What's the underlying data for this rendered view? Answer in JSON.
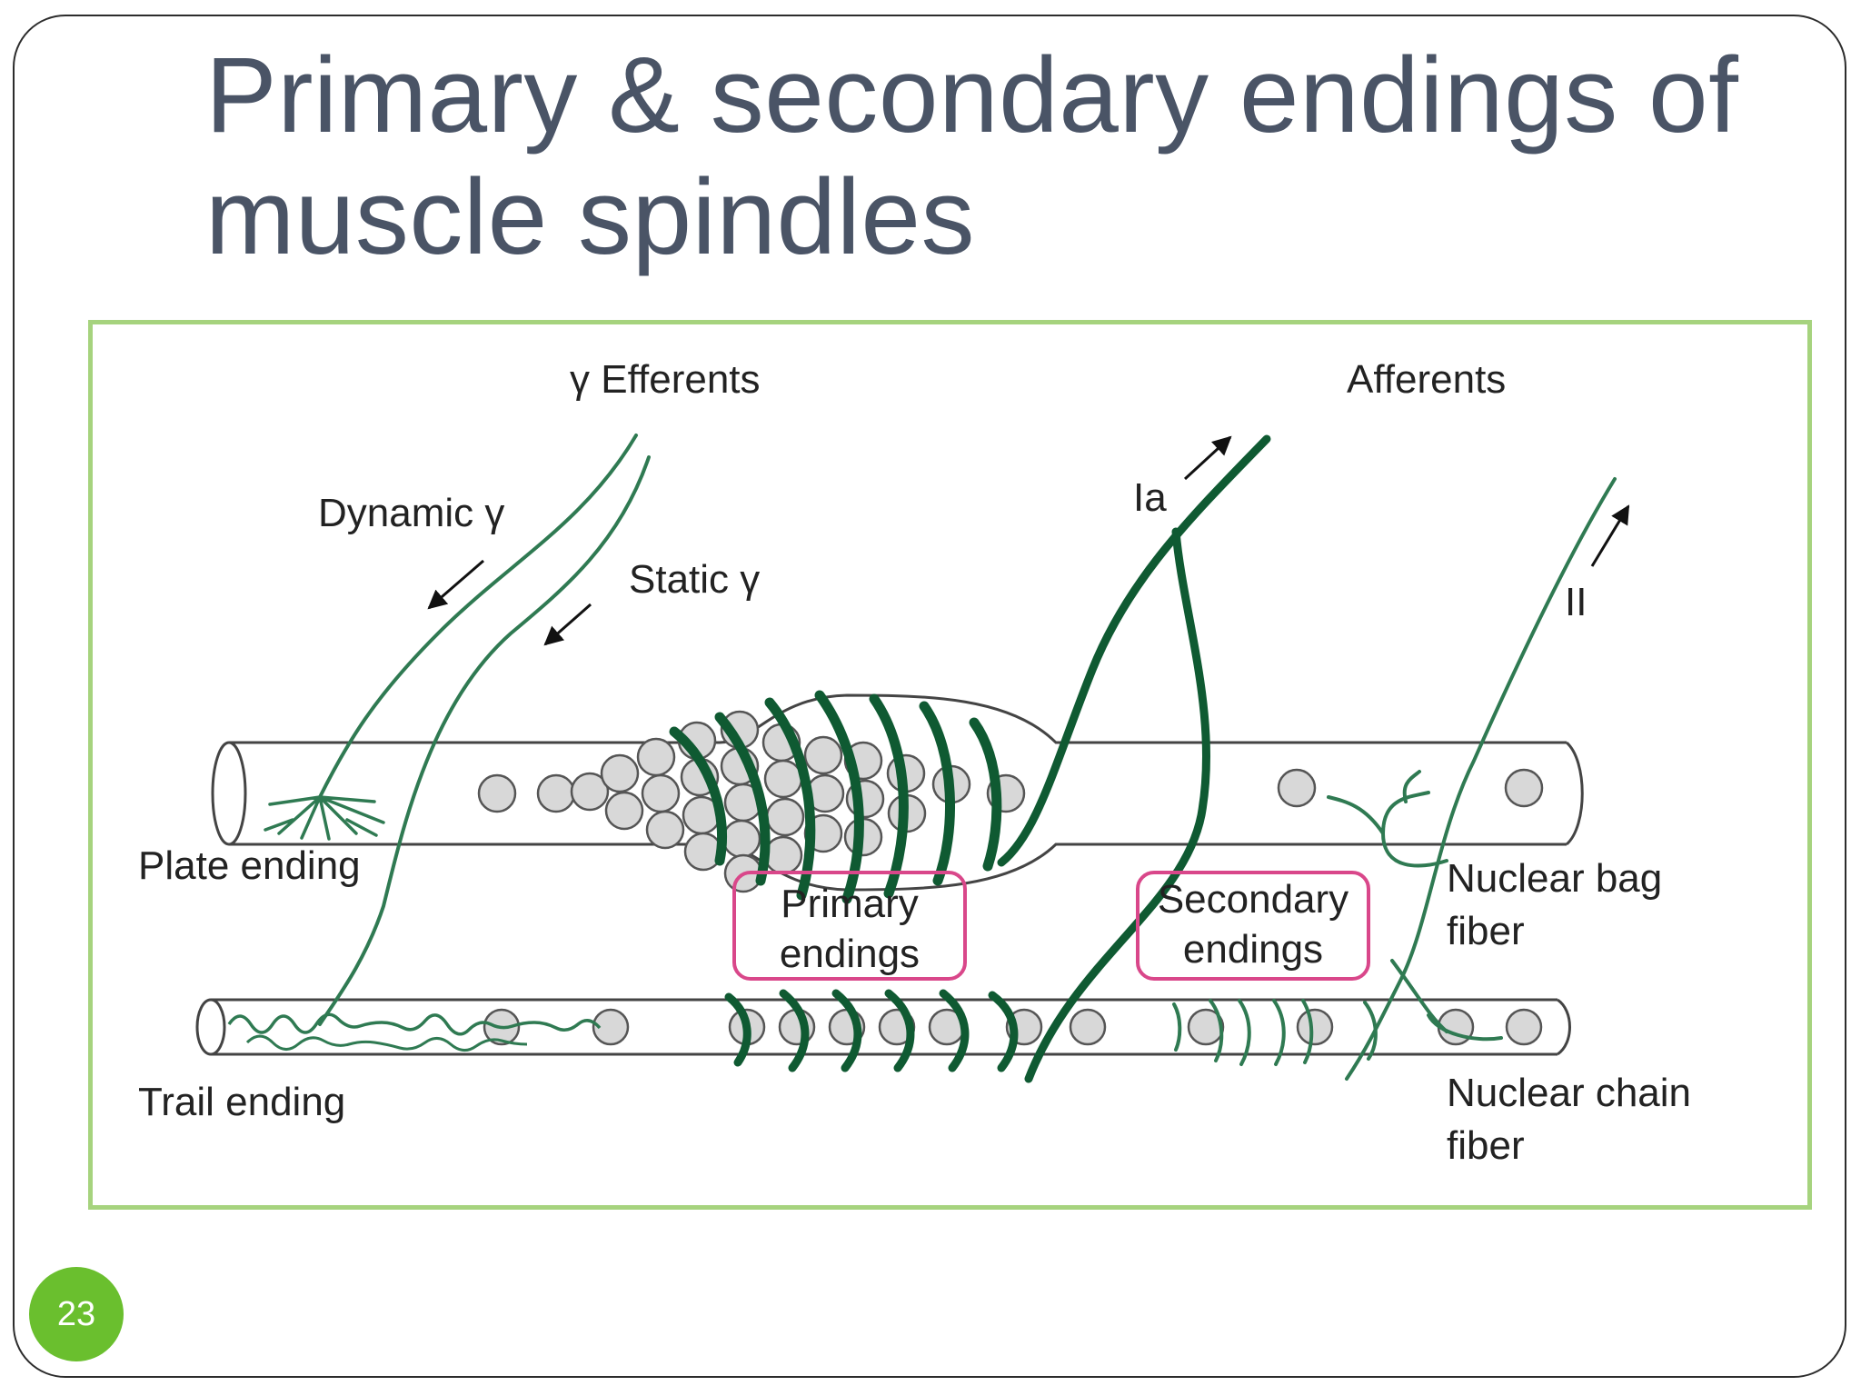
{
  "slide": {
    "title_line1": "Primary & secondary endings of",
    "title_line2": "muscle spindles",
    "page_number": "23"
  },
  "diagram": {
    "labels": {
      "gamma_efferents": "γ Efferents",
      "afferents": "Afferents",
      "dynamic_gamma": "Dynamic γ",
      "static_gamma": "Static γ",
      "ia": "Ia",
      "ii": "II",
      "plate_ending": "Plate ending",
      "trail_ending": "Trail ending",
      "primary_endings_line1": "Primary",
      "primary_endings_line2": "endings",
      "secondary_endings_line1": "Secondary",
      "secondary_endings_line2": "endings",
      "nuclear_bag_line1": "Nuclear bag",
      "nuclear_bag_line2": "fiber",
      "nuclear_chain_line1": "Nuclear chain",
      "nuclear_chain_line2": "fiber"
    },
    "colors": {
      "nerve": "#2f7a52",
      "nerve_thick": "#0f5a32",
      "fiber_outline": "#444444",
      "nucleus_fill": "#d8d8d8",
      "highlight_box": "#d9478a",
      "figure_border": "#a6d37e",
      "title": "#4a5466",
      "badge": "#6abf2e"
    }
  }
}
